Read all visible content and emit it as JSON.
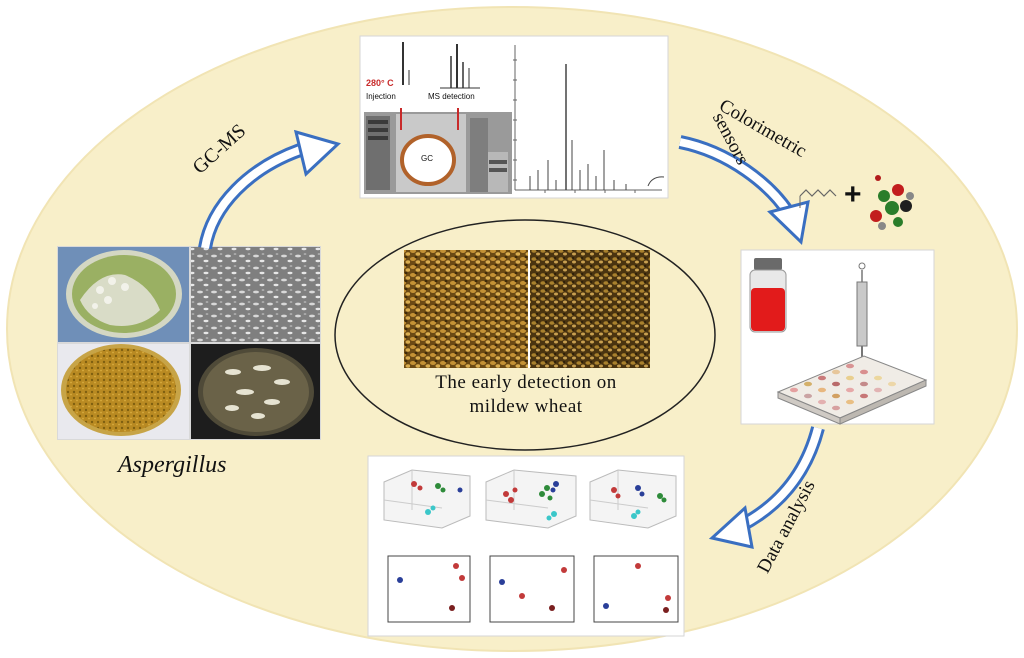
{
  "background": {
    "ellipse_color": "#f8efc9",
    "arrow_color": "#3a6fc1"
  },
  "labels": {
    "gcms": "GC-MS",
    "colorimetric_line1": "Colorimetric",
    "colorimetric_line2": "sensors",
    "data_analysis": "Data analysis",
    "aspergillus": "Aspergillus",
    "center_line1": "The early detection on",
    "center_line2": "mildew wheat"
  },
  "gcms_panel": {
    "temp_label": "280° C",
    "injection_label": "Injection",
    "detection_label": "MS detection",
    "gc_label": "GC"
  },
  "icons": {
    "plus": "+",
    "vial": "vial-icon",
    "well_plate": "well-plate-icon",
    "molecule": "molecule-icon"
  },
  "colors": {
    "vial_liquid": "#e21b1b",
    "wheat_dark": "#5e4212",
    "wheat_light": "#b8892e",
    "petri_green": "#9ab063",
    "petri_orange": "#b88a2a"
  }
}
